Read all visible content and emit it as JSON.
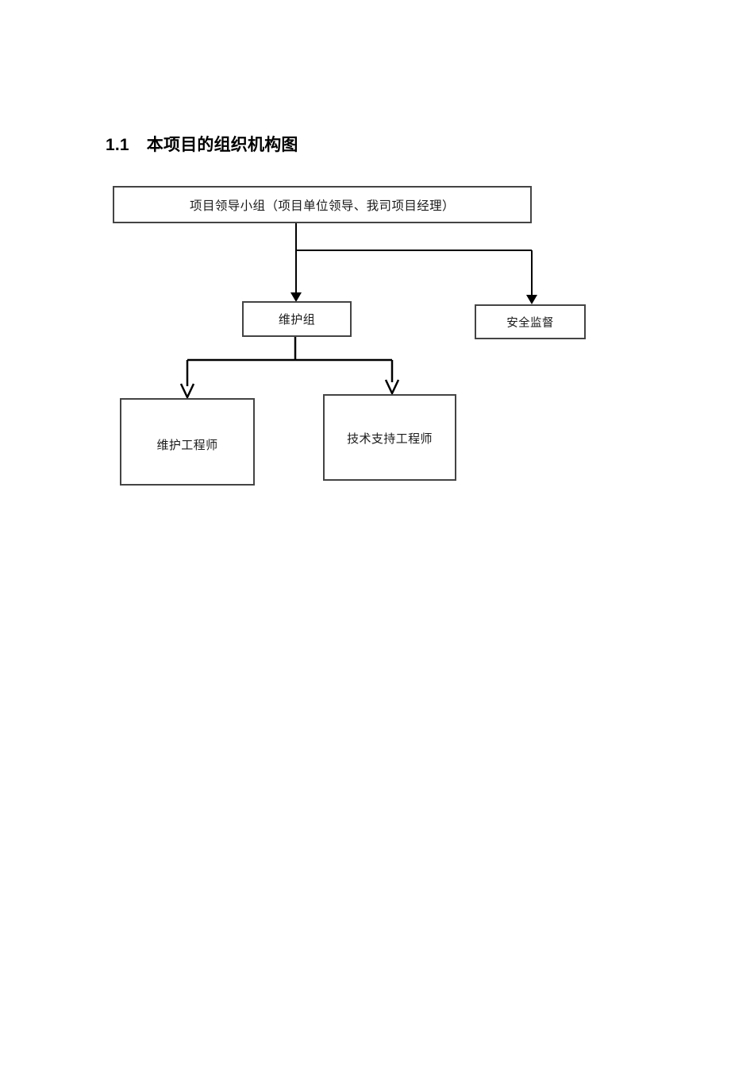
{
  "document": {
    "heading": {
      "number": "1.1",
      "title": "本项目的组织机构图"
    }
  },
  "org_chart": {
    "nodes": {
      "leadership": "项目领导小组（项目单位领导、我司项目经理）",
      "maintenance_group": "维护组",
      "safety_supervision": "安全监督",
      "maintenance_engineer": "维护工程师",
      "tech_support_engineer": "技术支持工程师"
    },
    "edges": [
      {
        "from": "leadership",
        "to": "maintenance_group",
        "arrow": "filled-triangle"
      },
      {
        "from": "leadership",
        "to": "safety_supervision",
        "arrow": "filled-triangle"
      },
      {
        "from": "maintenance_group",
        "to": "maintenance_engineer",
        "arrow": "open-chevron"
      },
      {
        "from": "maintenance_group",
        "to": "tech_support_engineer",
        "arrow": "open-chevron"
      }
    ],
    "colors": {
      "box_border": "#444444",
      "line": "#000000",
      "text": "#1a1a1a",
      "page_background": "#ffffff"
    }
  }
}
